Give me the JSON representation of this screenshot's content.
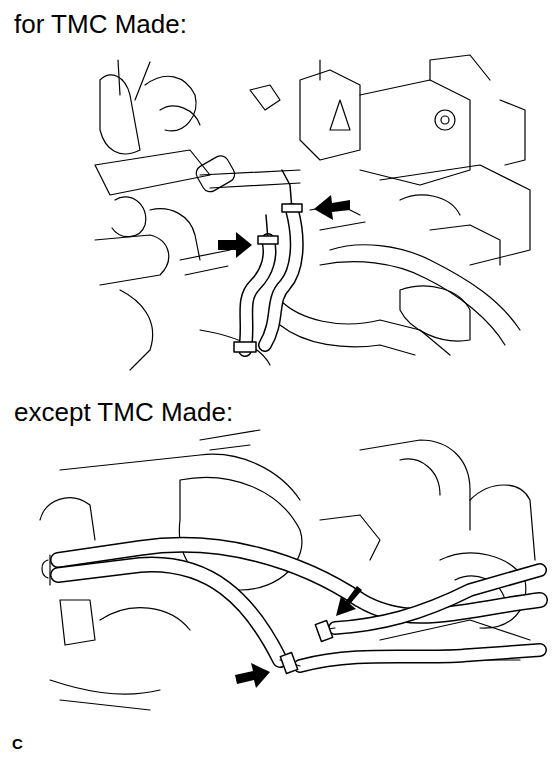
{
  "diagram": {
    "labels": [
      "for TMC Made:",
      "except TMC Made:",
      "C"
    ]
  }
}
